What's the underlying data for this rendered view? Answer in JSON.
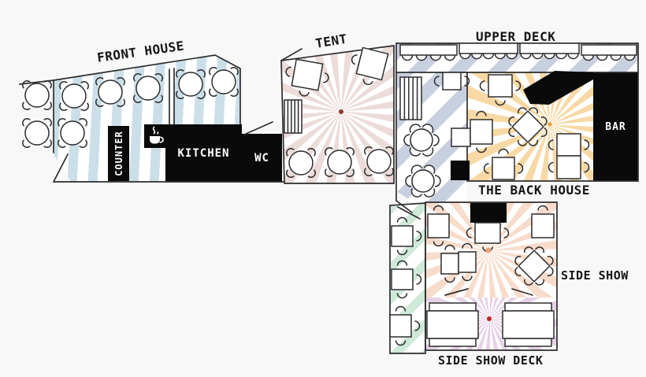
{
  "areas": {
    "front_house": {
      "label": "FRONT HOUSE"
    },
    "tent": {
      "label": "TENT"
    },
    "upper_deck": {
      "label": "UPPER DECK"
    },
    "back_house": {
      "label": "THE BACK HOUSE"
    },
    "side_show": {
      "label": "SIDE SHOW"
    },
    "side_show_deck": {
      "label": "SIDE SHOW DECK"
    }
  },
  "rooms": {
    "counter": {
      "label": "COUNTER"
    },
    "kitchen": {
      "label": "KITCHEN"
    },
    "wc": {
      "label": "WC"
    },
    "bar": {
      "label": "BAR"
    }
  },
  "icons": {
    "coffee_cup": "coffee-cup-icon"
  },
  "colors": {
    "black": "#0a0a0a",
    "wall": "#2d2d2d",
    "table_stroke": "#2d2d2d",
    "front_stripe": "#cbdfe9",
    "deck_stripe": "#c8cfdf",
    "green_stripe": "#cfe9d9",
    "tent_ray": "#ecdcd9",
    "back_ray": "#f8d9a5",
    "side_ray": "#f8dccb",
    "deck_ray": "#e6d1e6",
    "tent_dot": "#8e3a33",
    "back_dot": "#e7992f",
    "side_dot": "#e9a27a",
    "deck_dot": "#c5232a"
  }
}
